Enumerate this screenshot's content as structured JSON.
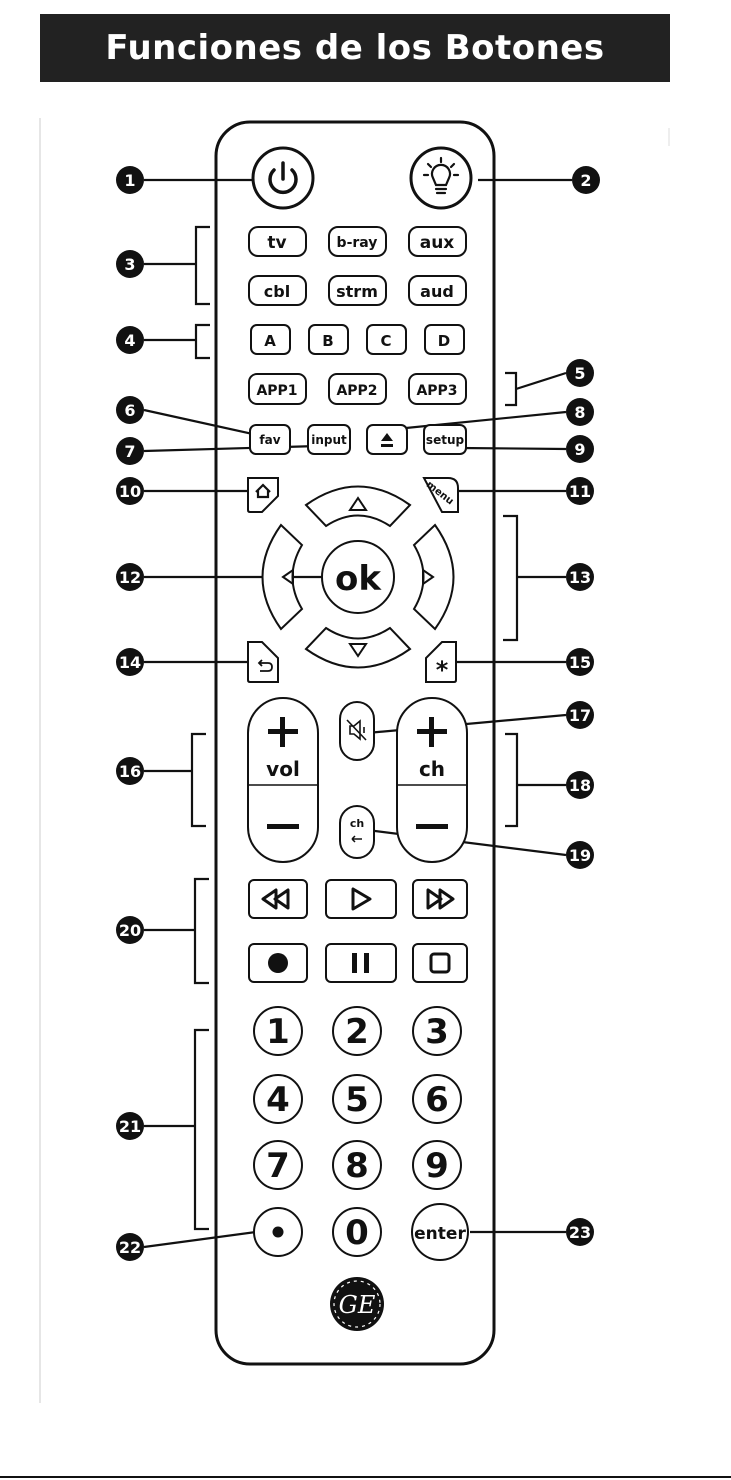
{
  "title": "Funciones de los Botones",
  "buttons": {
    "source_row1": [
      "tv",
      "b-ray",
      "aux"
    ],
    "source_row2": [
      "cbl",
      "strm",
      "aud"
    ],
    "letters": [
      "A",
      "B",
      "C",
      "D"
    ],
    "apps": [
      "APP1",
      "APP2",
      "APP3"
    ],
    "fav": "fav",
    "input": "input",
    "setup": "setup",
    "menu": "menu",
    "ok": "ok",
    "vol": "vol",
    "ch": "ch",
    "swap_ch": "ch",
    "digits": [
      "1",
      "2",
      "3",
      "4",
      "5",
      "6",
      "7",
      "8",
      "9",
      "0"
    ],
    "enter": "enter",
    "logo": "GE"
  },
  "icons": {
    "power": "power-icon",
    "light": "lightbulb-icon",
    "eject": "eject-icon",
    "home": "home-icon",
    "back": "back-icon",
    "star": "asterisk-icon",
    "mute": "mute-icon",
    "rewind": "rewind-icon",
    "play": "play-icon",
    "fast_forward": "fast-forward-icon",
    "record": "record-icon",
    "pause": "pause-icon",
    "stop": "stop-icon"
  },
  "callouts": [
    "1",
    "2",
    "3",
    "4",
    "5",
    "6",
    "7",
    "8",
    "9",
    "10",
    "11",
    "12",
    "13",
    "14",
    "15",
    "16",
    "17",
    "18",
    "19",
    "20",
    "21",
    "22",
    "23"
  ],
  "colors": {
    "header_bg": "#222222",
    "ink": "#111111"
  }
}
